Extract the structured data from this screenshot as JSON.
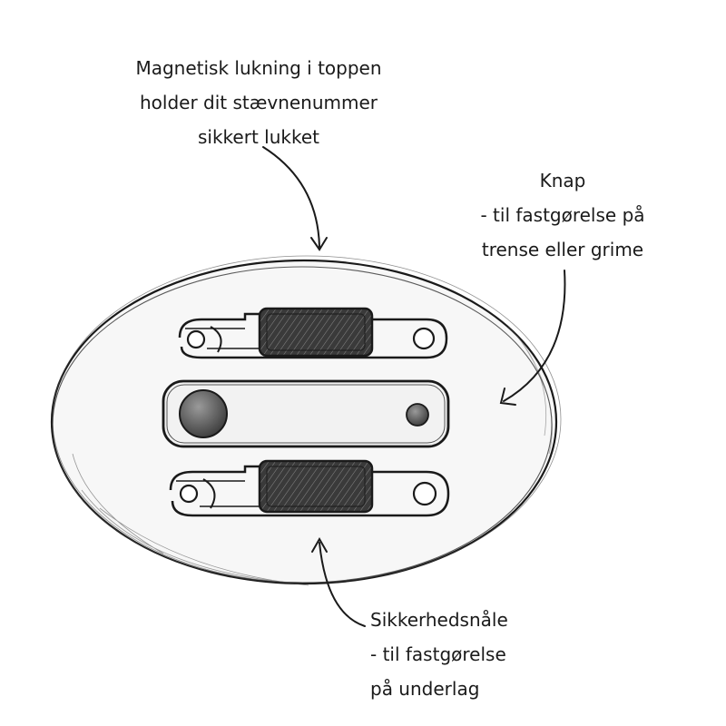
{
  "callouts": {
    "top": [
      "Magnetisk lukning i toppen",
      "holder dit stævnenummer",
      "sikkert lukket"
    ],
    "right": [
      "Knap",
      "- til fastgørelse på",
      "trense eller grime"
    ],
    "bottom": [
      "Sikkerhedsnåle",
      "- til fastgørelse",
      "på underlag"
    ]
  },
  "colors": {
    "ink": "#1a1a1a",
    "patch_fill": "#f4f4f4",
    "magnet_fill": "#3a3a3a",
    "button_fill": "#555555"
  }
}
